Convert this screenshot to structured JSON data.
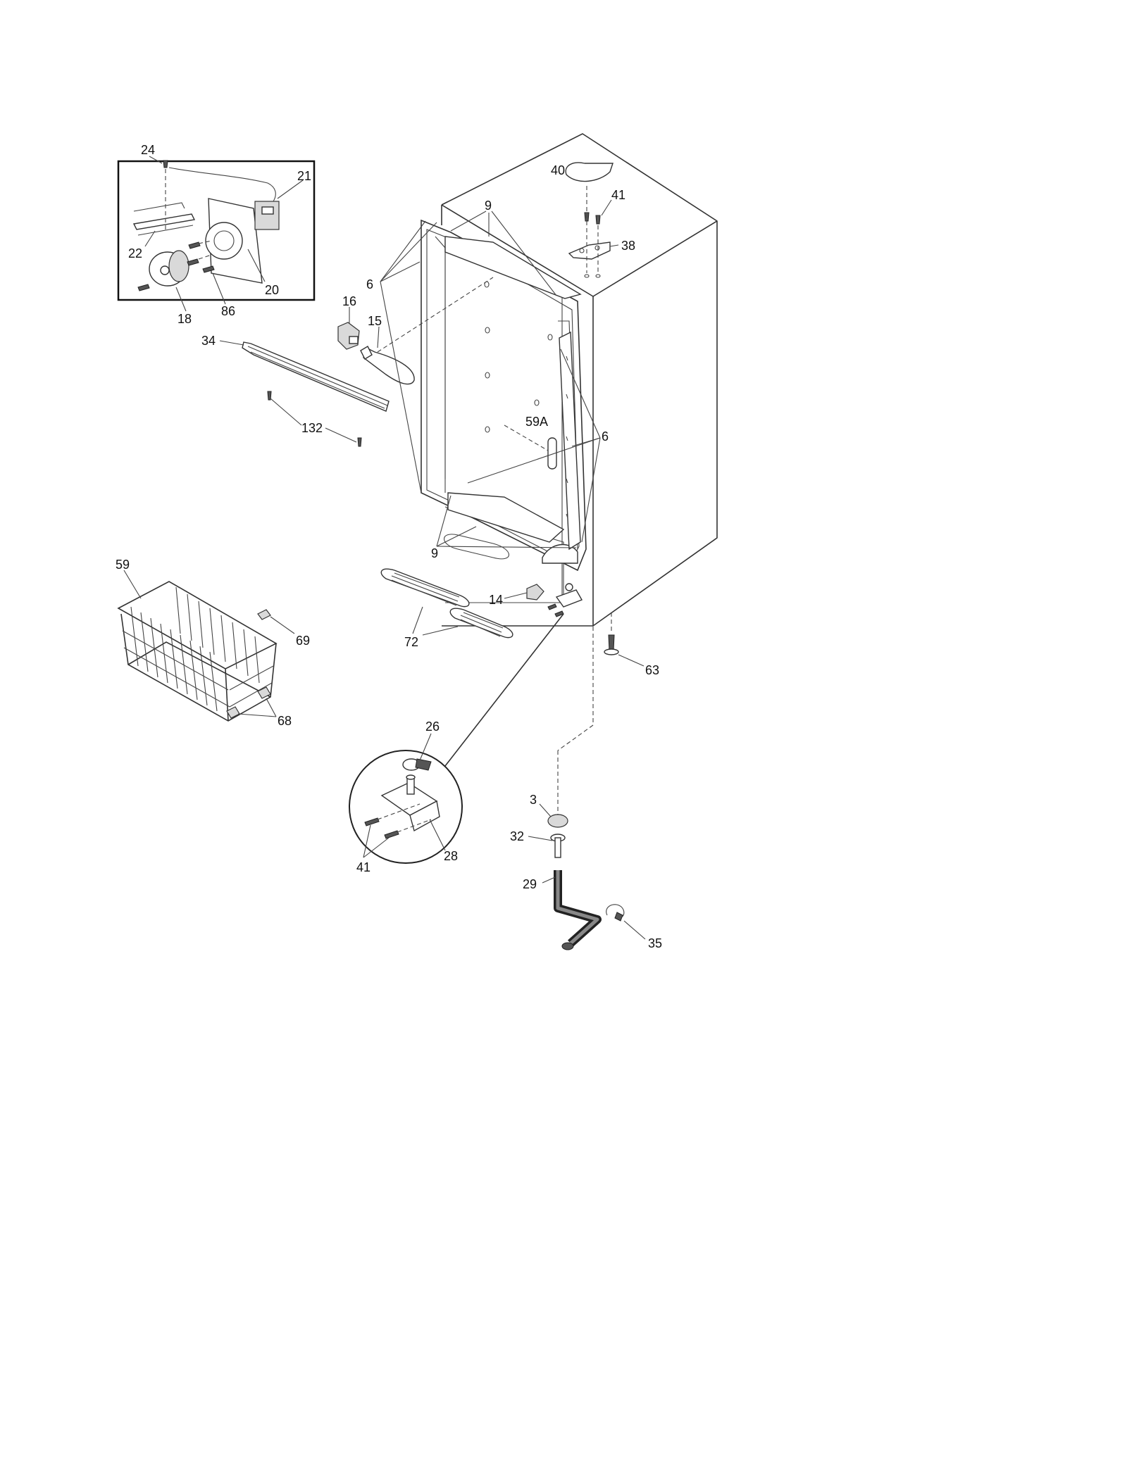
{
  "labels": {
    "p24": "24",
    "p21": "21",
    "p22": "22",
    "p20": "20",
    "p18": "18",
    "p86": "86",
    "p40": "40",
    "p41_top": "41",
    "p38": "38",
    "p9_top": "9",
    "p6_left": "6",
    "p16": "16",
    "p15": "15",
    "p34": "34",
    "p132": "132",
    "p59a": "59A",
    "p6_right": "6",
    "p9_bottom": "9",
    "p59": "59",
    "p69": "69",
    "p14": "14",
    "p72": "72",
    "p63": "63",
    "p68": "68",
    "p26": "26",
    "p3": "3",
    "p32": "32",
    "p28": "28",
    "p41_bottom": "41",
    "p29": "29",
    "p35": "35"
  }
}
